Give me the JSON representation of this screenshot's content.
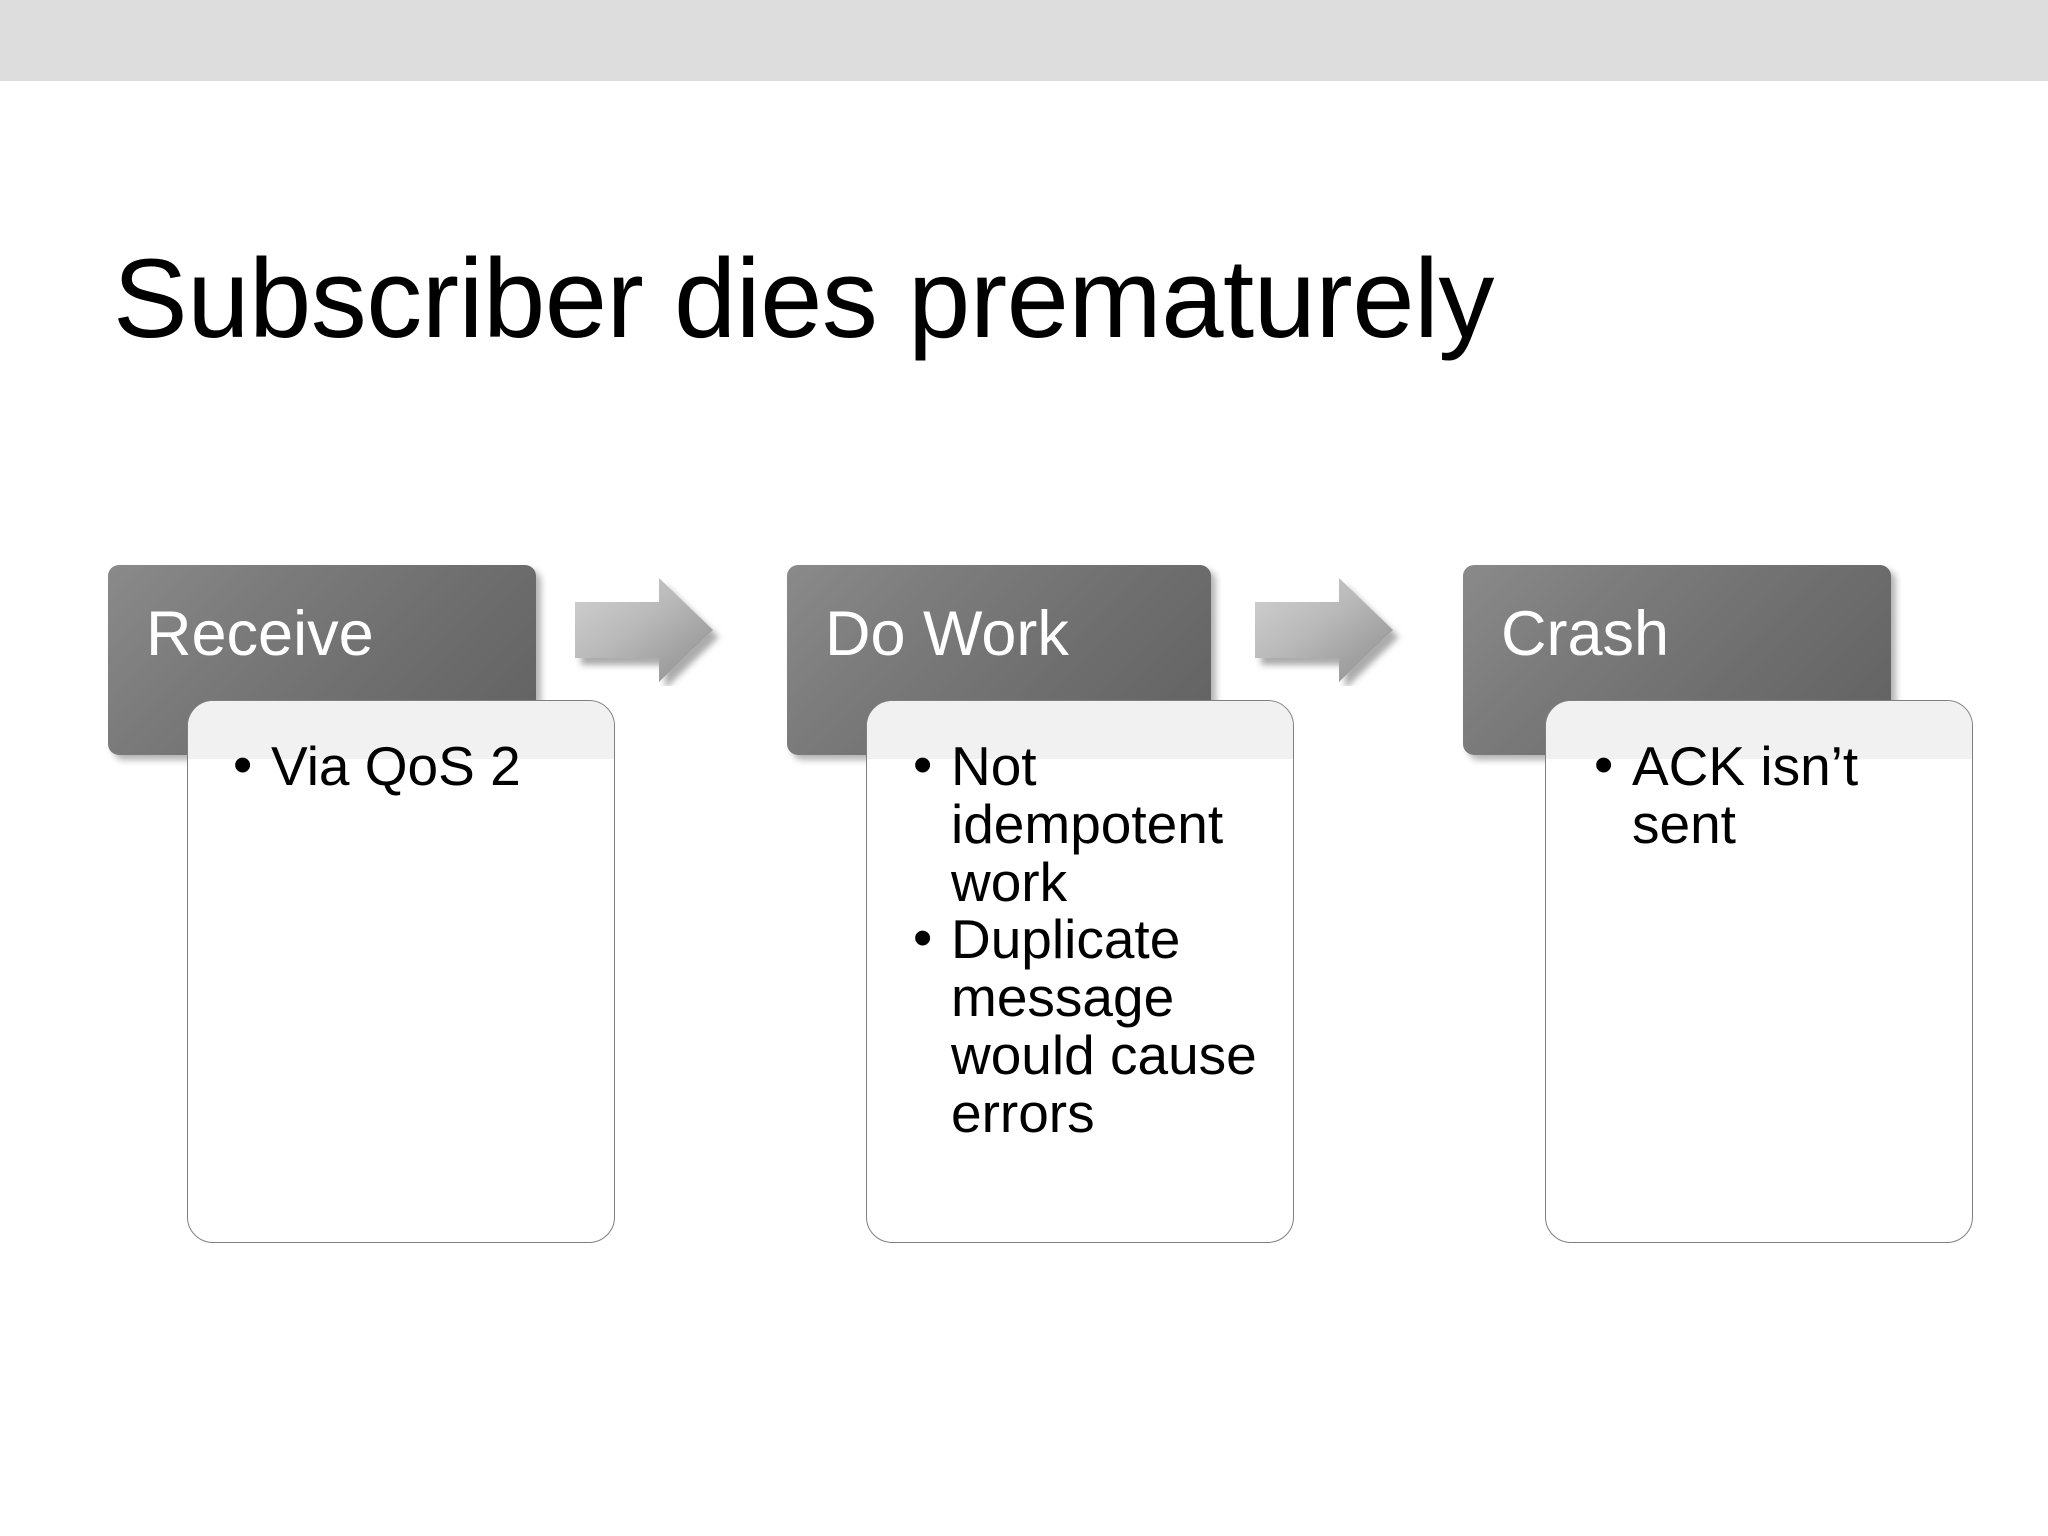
{
  "window": {
    "top_bar_color": "#dddddd"
  },
  "slide": {
    "title": "Subscriber dies prematurely",
    "background_color": "#ffffff"
  },
  "diagram": {
    "type": "process-flow",
    "header_gradient_from": "#8a8a8a",
    "header_gradient_to": "#616161",
    "header_text_color": "#ffffff",
    "card_border_color": "#7f7f7f",
    "card_background_color": "#ffffff",
    "card_overlap_tint": "#f1f1f1",
    "arrow_color_light": "#c4c4c4",
    "arrow_color_dark": "#8f8f8f",
    "bullet_glyph": "•",
    "steps": [
      {
        "header": "Receive",
        "bullets": [
          "Via QoS 2"
        ]
      },
      {
        "header": "Do Work",
        "bullets": [
          "Not idempotent work",
          "Duplicate message would cause errors"
        ]
      },
      {
        "header": "Crash",
        "bullets": [
          "ACK isn’t sent"
        ]
      }
    ],
    "connectors": [
      {
        "name": "arrow-right-1"
      },
      {
        "name": "arrow-right-2"
      }
    ]
  }
}
